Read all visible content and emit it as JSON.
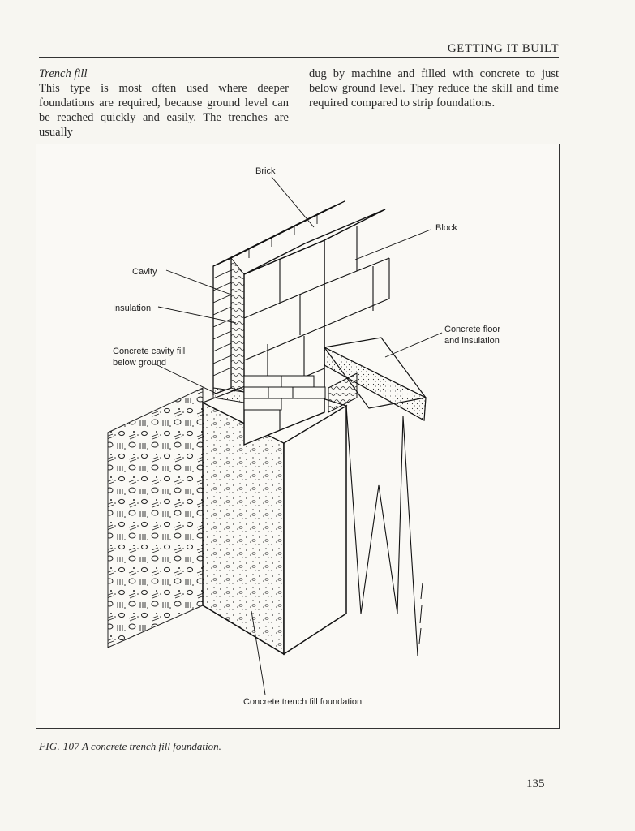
{
  "header": {
    "running_head": "GETTING IT BUILT"
  },
  "body": {
    "section_heading": "Trench fill",
    "left_text": "This type is most often used where deeper foundations are required, because ground level can be reached quickly and easily. The trenches are usually",
    "right_text": "dug by machine and filled with concrete to just below ground level. They reduce the skill and time required compared to strip foundations."
  },
  "figure": {
    "labels": {
      "brick": "Brick",
      "block": "Block",
      "cavity": "Cavity",
      "insulation": "Insulation",
      "cavity_fill_1": "Concrete cavity fill",
      "cavity_fill_2": "below ground",
      "floor_1": "Concrete floor",
      "floor_2": "and insulation",
      "trench": "Concrete trench fill foundation"
    },
    "caption_number": "FIG. 107",
    "caption_text": "A concrete trench fill foundation."
  },
  "footer": {
    "page_number": "135"
  }
}
